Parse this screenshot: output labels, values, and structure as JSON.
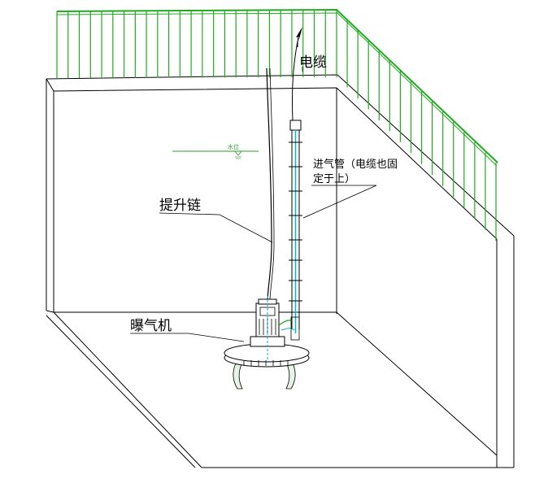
{
  "labels": {
    "cable": "电缆",
    "intake_line1": "进气管（电缆也固",
    "intake_line2": "定于上）",
    "lift_chain": "提升链",
    "aerator": "曝气机",
    "water_level": "水位"
  },
  "colors": {
    "railing": "#22aa22",
    "pipe_accent": "#00b4d8",
    "line": "#000000"
  }
}
